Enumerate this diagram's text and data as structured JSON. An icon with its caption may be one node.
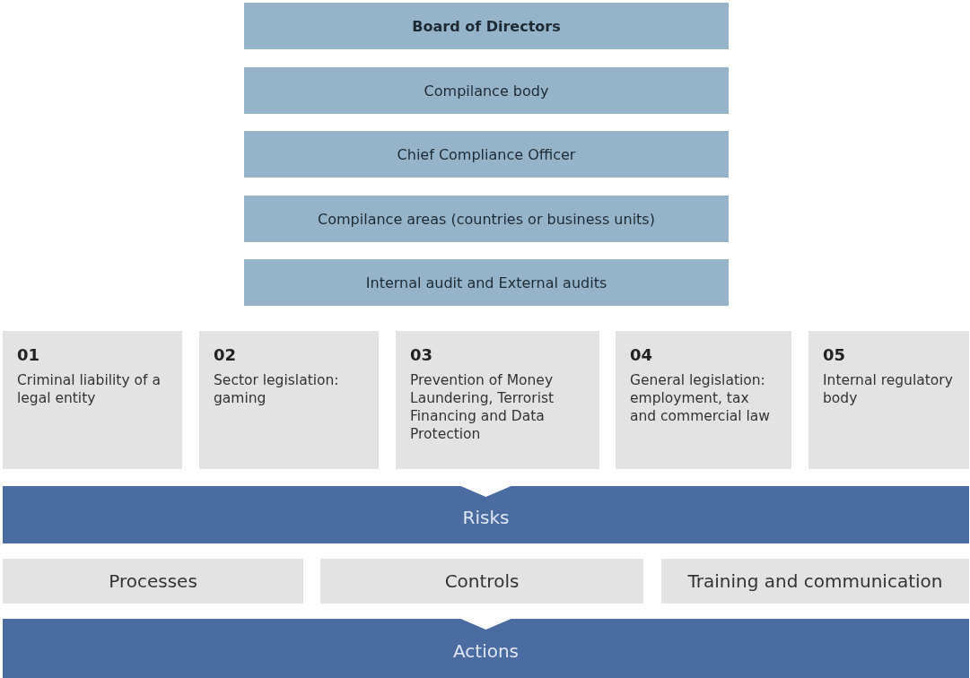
{
  "diagram": {
    "nodes": [
      {
        "text": [
          "Board of Directors"
        ]
      },
      {
        "text": [
          "Compilance body"
        ]
      },
      {
        "text": [
          "Chief Compliance Officer"
        ]
      },
      {
        "text": [
          "Compilance areas (countries or business units)"
        ]
      },
      {
        "text": [
          "Internal audit and External audits"
        ]
      },
      {
        "text": [
          "01",
          "Criminal liability of a legal entity"
        ]
      },
      {
        "text": [
          "02",
          "Sector legislation: gaming"
        ]
      },
      {
        "text": [
          "03",
          "Prevention of Money Laundering, Terrorist Financing and Data Protection"
        ]
      },
      {
        "text": [
          "04",
          "General legislation: employment, tax and commercial law"
        ]
      },
      {
        "text": [
          "05",
          "Internal regulatory body"
        ]
      },
      {
        "text": [
          "Risks"
        ]
      },
      {
        "text": [
          "Processes"
        ]
      },
      {
        "text": [
          "Controls"
        ]
      },
      {
        "text": [
          "Training and communication"
        ]
      },
      {
        "text": [
          "Actions"
        ]
      }
    ],
    "edges": []
  }
}
